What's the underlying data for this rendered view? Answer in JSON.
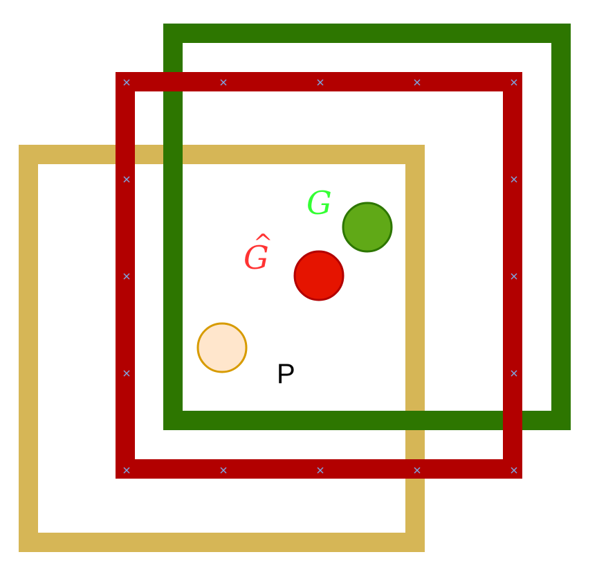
{
  "colors": {
    "background": "#ffffff",
    "yellow_box": "#d6b656",
    "red_box": "#b20000",
    "green_box": "#2d7600",
    "green_circle_fill": "#60a917",
    "green_circle_stroke": "#2d7600",
    "red_circle_fill": "#e51400",
    "red_circle_stroke": "#b20000",
    "peach_circle_fill": "#ffe6cc",
    "peach_circle_stroke": "#d79b00",
    "marker": "#7ea6e0",
    "label_G": "#33ff33",
    "label_Ghat": "#ff3333",
    "label_P": "#000000"
  },
  "labels": {
    "G": "G",
    "G_hat_base": "G",
    "G_hat_accent": "^",
    "P": "P"
  },
  "shapes": {
    "boxes": [
      "yellow-box",
      "red-box",
      "green-box"
    ],
    "circles": [
      "peach-circle",
      "red-circle",
      "green-circle"
    ],
    "marker_symbol": "x"
  }
}
